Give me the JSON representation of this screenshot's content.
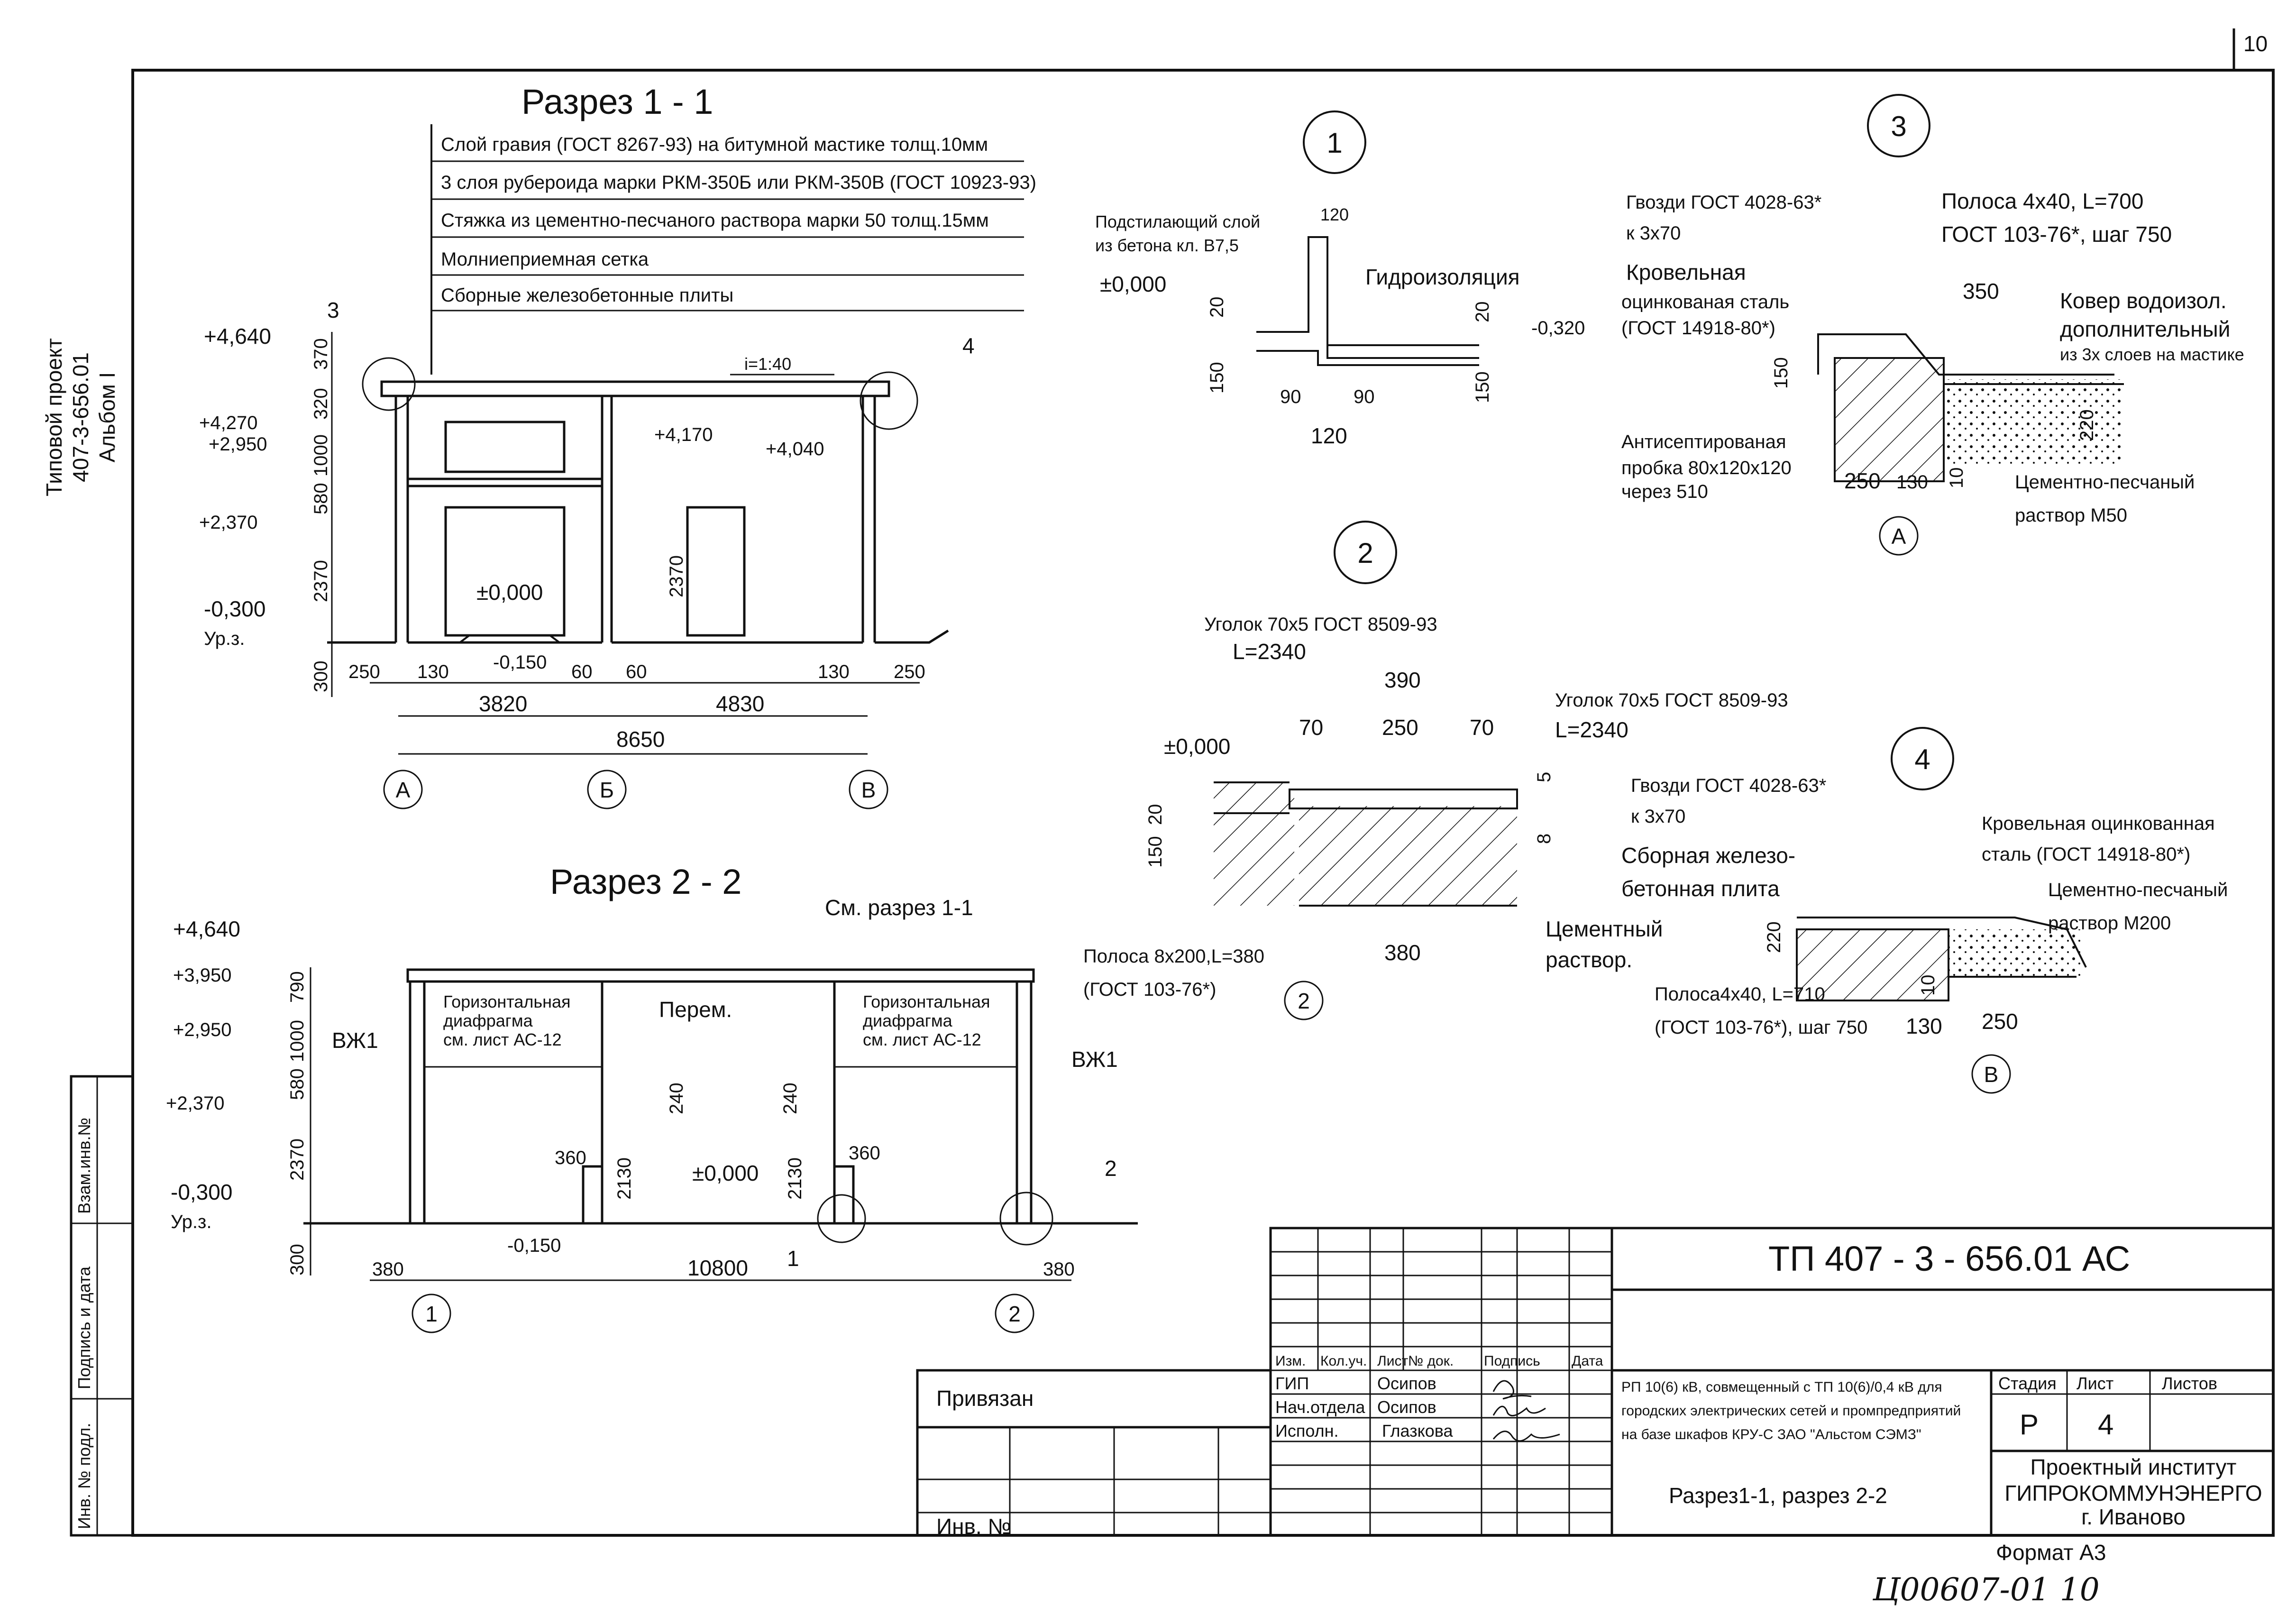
{
  "sheet": {
    "page_number": "10",
    "format": "Формат А3",
    "handwritten_code": "Ц00607-01 10"
  },
  "side_stamp": {
    "line1": "Типовой проект",
    "line2": "407-3-656.01",
    "line3": "Альбом I"
  },
  "left_strip": {
    "vzam": "Взам.инв.№",
    "podpis": "Подпись и дата",
    "inv": "Инв. № подл."
  },
  "section_1_1": {
    "title": "Разрез 1 - 1",
    "layers": [
      "Слой гравия (ГОСТ 8267-93) на битумной мастике  толщ.10мм",
      "3 слоя рубероида марки РКМ-350Б или РКМ-350В (ГОСТ 10923-93)",
      "Стяжка из цементно-песчаного раствора марки 50  толщ.15мм",
      "Молниеприемная сетка",
      "Сборные железобетонные плиты"
    ],
    "levels": [
      "+4,640",
      "+4,270",
      "+2,950",
      "+2,370",
      "-0,300",
      "Ур.з.",
      "+4,170",
      "+4,040",
      "±0,000",
      "-0,150"
    ],
    "vert_dims": [
      "370",
      "320",
      "1000",
      "580",
      "2370",
      "300",
      "2370"
    ],
    "horiz_dims": [
      "250",
      "130",
      "3820",
      "60",
      "60",
      "4830",
      "130",
      "250",
      "8650"
    ],
    "slope": "i=1:40",
    "axes": [
      "А",
      "Б",
      "В"
    ],
    "callouts": [
      "3",
      "4"
    ]
  },
  "section_2_2": {
    "title": "Разрез 2 - 2",
    "see": "См. разрез 1-1",
    "levels": [
      "+4,640",
      "+3,950",
      "+2,950",
      "+2,370",
      "-0,300",
      "Ур.з.",
      "±0,000",
      "-0,150"
    ],
    "vert_dims": [
      "790",
      "1000",
      "580",
      "2370",
      "300",
      "240",
      "2130",
      "240",
      "2130"
    ],
    "horiz_dims": [
      "380",
      "360",
      "360",
      "10800",
      "380"
    ],
    "labels": [
      "ВЖ1",
      "ВЖ1",
      "Перем.",
      "Горизонтальная",
      "диафрагма",
      "см. лист АС-12",
      "Горизонтальная",
      "диафрагма",
      "см. лист АС-12"
    ],
    "axes": [
      "1",
      "2"
    ],
    "callouts": [
      "1",
      "2"
    ]
  },
  "node_1": {
    "num": "1",
    "labels": [
      "Подстилающий слой",
      "из бетона кл. В7,5",
      "±0,000",
      "Гидроизоляция",
      "-0,320"
    ],
    "dims": [
      "120",
      "20",
      "150",
      "20",
      "150",
      "90",
      "90",
      "120"
    ]
  },
  "node_2": {
    "num": "2",
    "labels": [
      "Уголок 70х5 ГОСТ 8509-93",
      "L=2340",
      "Уголок 70х5 ГОСТ 8509-93",
      "L=2340",
      "±0,000",
      "Полоса 8х200,L=380",
      "(ГОСТ 103-76*)",
      "Цементный",
      "раствор."
    ],
    "dims": [
      "390",
      "70",
      "250",
      "70",
      "150",
      "20",
      "5",
      "8",
      "380"
    ],
    "axis": "2"
  },
  "node_3": {
    "num": "3",
    "labels": [
      "Гвозди ГОСТ 4028-63*",
      "к 3х70",
      "Полоса 4х40, L=700",
      "ГОСТ 103-76*, шаг 750",
      "Кровельная",
      "оцинкованая сталь",
      "(ГОСТ 14918-80*)",
      "Ковер водоизол.",
      "дополнительный",
      "из 3х слоев на мастике",
      "Антисептированая",
      "пробка 80х120х120",
      "через 510",
      "Цементно-песчаный",
      "раствор  М50"
    ],
    "dims": [
      "350",
      "150",
      "220",
      "250",
      "130",
      "10"
    ],
    "axis": "А"
  },
  "node_4": {
    "num": "4",
    "labels": [
      "Гвозди ГОСТ 4028-63*",
      "к 3х70",
      "Кровельная оцинкованная",
      "сталь (ГОСТ 14918-80*)",
      "Сборная железо-",
      "бетонная плита",
      "Цементно-песчаный",
      "раствор  М200",
      "Полоса4х40, L=710",
      "(ГОСТ 103-76*), шаг 750"
    ],
    "dims": [
      "220",
      "10",
      "130",
      "250"
    ],
    "axis": "В"
  },
  "title_block": {
    "code": "ТП   407 - 3 - 656.01     АС",
    "privyazan": "Привязан",
    "inv": "Инв. №",
    "head": [
      "Изм.",
      "Кол.уч.",
      "Лист",
      "№ док.",
      "Подпись",
      "Дата"
    ],
    "roles": [
      {
        "role": "ГИП",
        "name": "Осипов"
      },
      {
        "role": "Нач.отдела",
        "name": "Осипов"
      },
      {
        "role": "Исполн.",
        "name": "Глазкова"
      }
    ],
    "description": [
      "РП 10(6) кВ, совмещенный с ТП 10(6)/0,4 кВ для",
      "городских электрических сетей  и промпредприятий",
      "на базе шкафов КРУ-С ЗАО \"Альстом СЭМЗ\""
    ],
    "stage_head": [
      "Стадия",
      "Лист",
      "Листов"
    ],
    "stage": "Р",
    "sheet_no": "4",
    "drawing_name": "Разрез1-1, разрез 2-2",
    "org": [
      "Проектный институт",
      "ГИПРОКОММУНЭНЕРГО",
      "г. Иваново"
    ]
  }
}
